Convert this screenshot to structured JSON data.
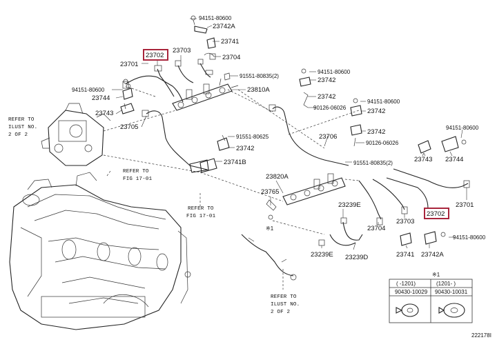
{
  "parts": {
    "p_94151_80600_a": "94151-80600",
    "p_23742a_top": "23742A",
    "p_23741_top": "23741",
    "p_23704_top": "23704",
    "p_23703_left": "23703",
    "p_23702_left": "23702",
    "p_23701_left": "23701",
    "p_91551_80835_a": "91551-80835(2)",
    "p_23810a": "23810A",
    "p_94151_80600_b": "94151-80600",
    "p_23744_left": "23744",
    "p_23743_left": "23743",
    "p_23705": "23705",
    "p_94151_80600_c": "94151-80600",
    "p_23742_c1": "23742",
    "p_23742_c2": "23742",
    "p_90126_06026_a": "90126-06026",
    "p_94151_80600_d": "94151-80600",
    "p_23742_d1": "23742",
    "p_23742_d2": "23742",
    "p_90126_06026_b": "90126-06026",
    "p_23706": "23706",
    "p_91551_80625": "91551-80625",
    "p_23742_mid": "23742",
    "p_23741b": "23741B",
    "p_94151_80600_e": "94151-80600",
    "p_23743_right": "23743",
    "p_23744_right": "23744",
    "p_91551_80835_b": "91551-80835(2)",
    "p_23820a": "23820A",
    "p_23765": "23765",
    "p_mark1": "※1",
    "p_23239e_a": "23239E",
    "p_23239e_b": "23239E",
    "p_23239d": "23239D",
    "p_23704_right": "23704",
    "p_23703_right": "23703",
    "p_23702_right": "23702",
    "p_23701_right": "23701",
    "p_94151_80600_f": "94151-80600",
    "p_23741_right": "23741",
    "p_23742a_right": "23742A"
  },
  "references": {
    "ref_ilust_top_1": "REFER TO",
    "ref_ilust_top_2": "ILUST NO.",
    "ref_ilust_top_3": "2 OF 2",
    "ref_fig_a_1": "REFER TO",
    "ref_fig_a_2": "FIG 17-01",
    "ref_fig_b_1": "REFER TO",
    "ref_fig_b_2": "FIG 17-01",
    "ref_ilust_bot_1": "REFER TO",
    "ref_ilust_bot_2": "ILUST NO.",
    "ref_ilust_bot_3": "2 OF 2"
  },
  "note_table": {
    "mark": "※1",
    "col1_period": "(    -1201)",
    "col2_period": "(1201-    )",
    "col1_part": "90430-10029",
    "col2_part": "90430-10031"
  },
  "highlight_color": "#a8243b",
  "illustration_id": "222178I"
}
